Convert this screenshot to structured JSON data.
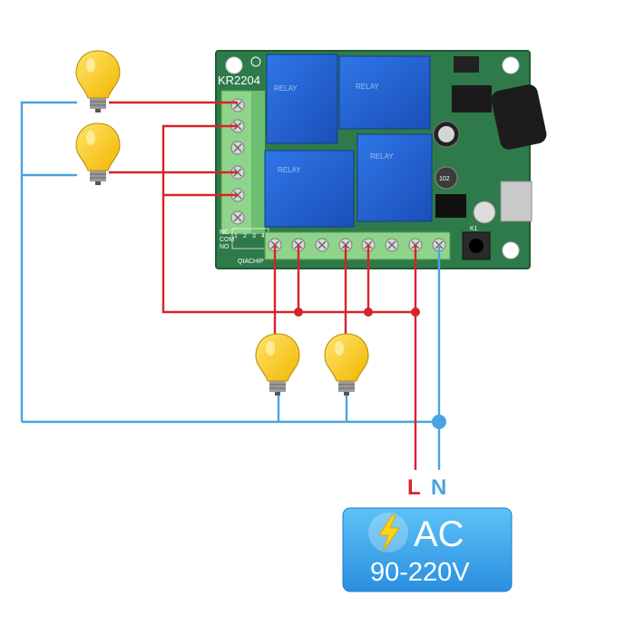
{
  "board": {
    "model": "KR2204",
    "terminal_labels_left": [
      "NC",
      "COM",
      "NO"
    ],
    "terminal_labels_bottom": [
      "NC",
      "COM",
      "NO"
    ],
    "terminal_numbers": [
      "1",
      "2",
      "3",
      "4"
    ],
    "capacitor_code": "102",
    "button_label": "K1",
    "brand_text": "QIACHIP"
  },
  "lines": {
    "live": "L",
    "neutral": "N"
  },
  "power": {
    "type": "AC",
    "range": "90-220V"
  },
  "colors": {
    "live_wire": "#d9222a",
    "neutral_wire": "#4aa3e0",
    "bulb": "#f5c21b",
    "pcb": "#2f7a4a",
    "relay": "#1f5ed2",
    "power_box": "#3aa6ea"
  },
  "icons": [
    "light-bulb-icon",
    "lightning-icon"
  ]
}
